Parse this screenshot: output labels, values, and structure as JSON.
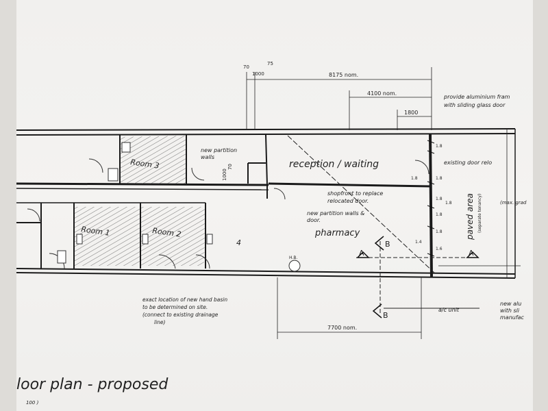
{
  "rooms": {
    "room3": "Room 3",
    "room1": "Room 1",
    "room2": "Room 2",
    "room4": "4",
    "reception": "reception / waiting",
    "pharmacy": "pharmacy"
  },
  "labels": {
    "new_partition_walls": [
      "new partition",
      "walls"
    ],
    "partition_dim": "70",
    "partition_dim2": "1000",
    "shopfront": [
      "shopfront to replace",
      "relocated door."
    ],
    "new_partition_walls_door": [
      "new partition walls &",
      "door."
    ],
    "existing_door": "existing door relo",
    "paved_area": "paved area",
    "paved_sub": "(separate tenancy)",
    "max_grade": "(max. grad",
    "hand_basin": [
      "exact location of new hand basin",
      "to be determined on site.",
      "(connect to existing drainage",
      "line)"
    ],
    "hb_tag": "H.B.",
    "ac_unit": "a/c unit",
    "new_alu": [
      "new alu",
      "with sli",
      "manufac"
    ],
    "provide_alu": [
      "provide aluminium fram",
      "with sliding glass door"
    ]
  },
  "dimensions": {
    "d70": "70",
    "d75": "75",
    "d1000": "1000",
    "d8175": "8175 nom.",
    "d4100": "4100 nom.",
    "d1800": "1800",
    "d7700": "7700 nom.",
    "d1_8a": "1.8",
    "d1_8b": "1.8",
    "d1_8c": "1.8",
    "d1_8d": "1.8",
    "d1_8e": "1.8",
    "d1_4": "1.4",
    "d1_6": "1.6",
    "d1_8f": "1.8",
    "d1_8g": "1.8"
  },
  "sections": {
    "a_left": "A",
    "a_right": "A",
    "b_top": "B",
    "b_bottom": "B"
  },
  "title": {
    "main": "loor  plan  -  proposed",
    "scale": "100 )"
  }
}
